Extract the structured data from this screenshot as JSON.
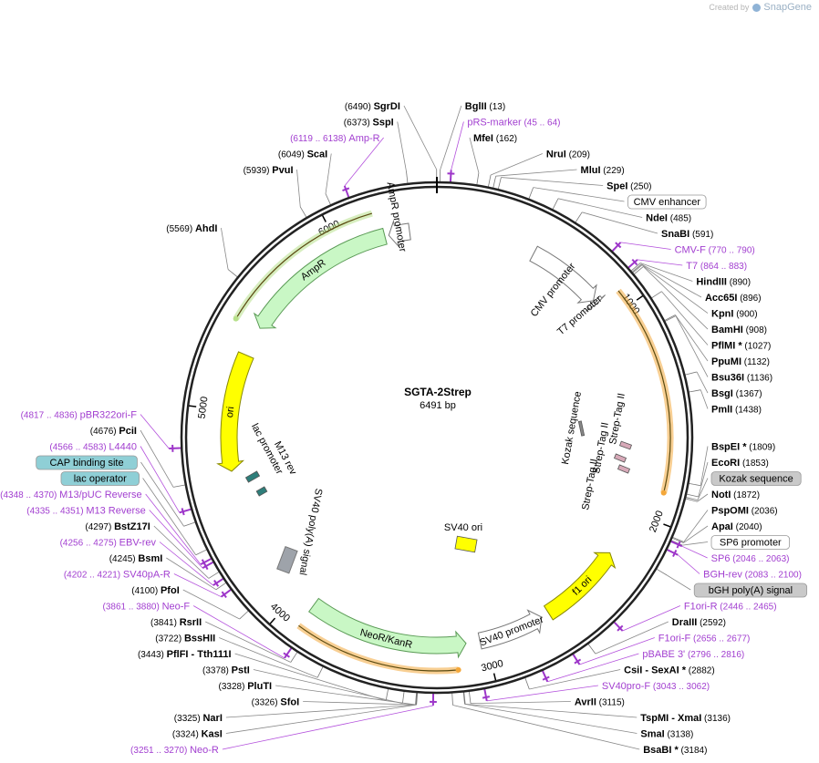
{
  "credit": {
    "prefix": "Created by",
    "brand": "SnapGene"
  },
  "plasmid": {
    "name": "SGTA-2Strep",
    "length_label": "6491 bp",
    "length": 6491
  },
  "position_ticks": [
    {
      "pos": 1000,
      "label": "1000"
    },
    {
      "pos": 2000,
      "label": "2000"
    },
    {
      "pos": 3000,
      "label": "3000"
    },
    {
      "pos": 4000,
      "label": "4000"
    },
    {
      "pos": 5000,
      "label": "5000"
    },
    {
      "pos": 6000,
      "label": "6000"
    }
  ],
  "enzymes": [
    {
      "name": "SgrDI",
      "pos": "(6490)",
      "site": 6490,
      "side": "left"
    },
    {
      "name": "BglII",
      "pos": "(13)",
      "site": 13,
      "side": "right"
    },
    {
      "name": "SspI",
      "pos": "(6373)",
      "site": 6373,
      "side": "left"
    },
    {
      "name": "MfeI",
      "pos": "(162)",
      "site": 162,
      "side": "right"
    },
    {
      "name": "NruI",
      "pos": "(209)",
      "site": 209,
      "side": "right"
    },
    {
      "name": "MluI",
      "pos": "(229)",
      "site": 229,
      "side": "right"
    },
    {
      "name": "SpeI",
      "pos": "(250)",
      "site": 250,
      "side": "right"
    },
    {
      "name": "ScaI",
      "pos": "(6049)",
      "site": 6049,
      "side": "left"
    },
    {
      "name": "PvuI",
      "pos": "(5939)",
      "site": 5939,
      "side": "left"
    },
    {
      "name": "NdeI",
      "pos": "(485)",
      "site": 485,
      "side": "right"
    },
    {
      "name": "SnaBI",
      "pos": "(591)",
      "site": 591,
      "side": "right"
    },
    {
      "name": "HindIII",
      "pos": "(890)",
      "site": 890,
      "side": "right"
    },
    {
      "name": "Acc65I",
      "pos": "(896)",
      "site": 896,
      "side": "right"
    },
    {
      "name": "KpnI",
      "pos": "(900)",
      "site": 900,
      "side": "right"
    },
    {
      "name": "BamHI",
      "pos": "(908)",
      "site": 908,
      "side": "right"
    },
    {
      "name": "AhdI",
      "pos": "(5569)",
      "site": 5569,
      "side": "left"
    },
    {
      "name": "PflMI *",
      "pos": "(1027)",
      "site": 1027,
      "side": "right"
    },
    {
      "name": "PpuMI",
      "pos": "(1132)",
      "site": 1132,
      "side": "right"
    },
    {
      "name": "Bsu36I",
      "pos": "(1136)",
      "site": 1136,
      "side": "right"
    },
    {
      "name": "BsgI",
      "pos": "(1367)",
      "site": 1367,
      "side": "right"
    },
    {
      "name": "PmlI",
      "pos": "(1438)",
      "site": 1438,
      "side": "right"
    },
    {
      "name": "BspEI *",
      "pos": "(1809)",
      "site": 1809,
      "side": "right"
    },
    {
      "name": "EcoRI",
      "pos": "(1853)",
      "site": 1853,
      "side": "right"
    },
    {
      "name": "PciI",
      "pos": "(4676)",
      "site": 4676,
      "side": "left"
    },
    {
      "name": "NotI",
      "pos": "(1872)",
      "site": 1872,
      "side": "right"
    },
    {
      "name": "PspOMI",
      "pos": "(2036)",
      "site": 2036,
      "side": "right"
    },
    {
      "name": "ApaI",
      "pos": "(2040)",
      "site": 2040,
      "side": "right"
    },
    {
      "name": "BstZ17I",
      "pos": "(4297)",
      "site": 4297,
      "side": "left"
    },
    {
      "name": "BsmI",
      "pos": "(4245)",
      "site": 4245,
      "side": "left"
    },
    {
      "name": "PfoI",
      "pos": "(4100)",
      "site": 4100,
      "side": "left"
    },
    {
      "name": "DraIII",
      "pos": "(2592)",
      "site": 2592,
      "side": "right"
    },
    {
      "name": "RsrII",
      "pos": "(3841)",
      "site": 3841,
      "side": "left"
    },
    {
      "name": "BssHII",
      "pos": "(3722)",
      "site": 3722,
      "side": "left"
    },
    {
      "name": "PflFI - Tth111I",
      "pos": "(3443)",
      "site": 3443,
      "side": "left"
    },
    {
      "name": "PstI",
      "pos": "(3378)",
      "site": 3378,
      "side": "left"
    },
    {
      "name": "PluTI",
      "pos": "(3328)",
      "site": 3328,
      "side": "left"
    },
    {
      "name": "SfoI",
      "pos": "(3326)",
      "site": 3326,
      "side": "left"
    },
    {
      "name": "NarI",
      "pos": "(3325)",
      "site": 3325,
      "side": "left"
    },
    {
      "name": "KasI",
      "pos": "(3324)",
      "site": 3324,
      "side": "left"
    },
    {
      "name": "CsiI - SexAI *",
      "pos": "(2882)",
      "site": 2882,
      "side": "right"
    },
    {
      "name": "AvrII",
      "pos": "(3115)",
      "site": 3115,
      "side": "right"
    },
    {
      "name": "TspMI - XmaI",
      "pos": "(3136)",
      "site": 3136,
      "side": "right"
    },
    {
      "name": "SmaI",
      "pos": "(3138)",
      "site": 3138,
      "side": "right"
    },
    {
      "name": "BsaBI *",
      "pos": "(3184)",
      "site": 3184,
      "side": "right"
    }
  ],
  "primers": [
    {
      "name": "pRS-marker",
      "range": "(45 .. 64)",
      "site": 55,
      "side": "right"
    },
    {
      "name": "Amp-R",
      "range": "(6119 .. 6138)",
      "site": 6128,
      "side": "left"
    },
    {
      "name": "CMV-F",
      "range": "(770 .. 790)",
      "site": 780,
      "side": "right"
    },
    {
      "name": "T7",
      "range": "(864 .. 883)",
      "site": 873,
      "side": "right"
    },
    {
      "name": "pBR322ori-F",
      "range": "(4817 .. 4836)",
      "site": 4826,
      "side": "left"
    },
    {
      "name": "L4440",
      "range": "(4566 .. 4583)",
      "site": 4575,
      "side": "left"
    },
    {
      "name": "M13/pUC Reverse",
      "range": "(4348 .. 4370)",
      "site": 4359,
      "side": "left"
    },
    {
      "name": "M13 Reverse",
      "range": "(4335 .. 4351)",
      "site": 4343,
      "side": "left"
    },
    {
      "name": "SP6",
      "range": "(2046 .. 2063)",
      "site": 2054,
      "side": "right"
    },
    {
      "name": "EBV-rev",
      "range": "(4256 .. 4275)",
      "site": 4265,
      "side": "left"
    },
    {
      "name": "BGH-rev",
      "range": "(2083 .. 2100)",
      "site": 2091,
      "side": "right"
    },
    {
      "name": "SV40pA-R",
      "range": "(4202 .. 4221)",
      "site": 4211,
      "side": "left"
    },
    {
      "name": "F1ori-R",
      "range": "(2446 .. 2465)",
      "site": 2455,
      "side": "right"
    },
    {
      "name": "Neo-F",
      "range": "(3861 .. 3880)",
      "site": 3870,
      "side": "left"
    },
    {
      "name": "F1ori-F",
      "range": "(2656 .. 2677)",
      "site": 2666,
      "side": "right"
    },
    {
      "name": "pBABE 3'",
      "range": "(2796 .. 2816)",
      "site": 2806,
      "side": "right"
    },
    {
      "name": "SV40pro-F",
      "range": "(3043 .. 3062)",
      "site": 3052,
      "side": "right"
    },
    {
      "name": "Neo-R",
      "range": "(3251 .. 3270)",
      "site": 3260,
      "side": "left"
    }
  ],
  "boxed_labels": [
    {
      "name": "CMV enhancer",
      "site": 380,
      "style": "white",
      "side": "right"
    },
    {
      "name": "Kozak sequence",
      "site": 1866,
      "style": "gray",
      "side": "right"
    },
    {
      "name": "SP6 promoter",
      "site": 2050,
      "style": "white",
      "side": "right"
    },
    {
      "name": "bGH poly(A) signal",
      "site": 2180,
      "style": "gray",
      "side": "right"
    },
    {
      "name": "CAP binding site",
      "site": 4520,
      "style": "teal",
      "side": "left"
    },
    {
      "name": "lac operator",
      "site": 4400,
      "style": "teal",
      "side": "left"
    }
  ],
  "features": [
    {
      "name": "CMV promoter",
      "label": "CMV promoter",
      "kind": "arrow",
      "start": 500,
      "end": 880,
      "dir": 1,
      "fill": "#ffffff",
      "stroke": "#777777"
    },
    {
      "name": "T7 promoter",
      "label": "T7 promoter",
      "kind": "arrow",
      "start": 884,
      "end": 903,
      "dir": 1,
      "fill": "#ffffff",
      "stroke": "#777777"
    },
    {
      "name": "SGTA ORF",
      "label": "",
      "kind": "orf",
      "start": 920,
      "end": 1870,
      "dir": 1,
      "color": "#f3a73a"
    },
    {
      "name": "f1 ori",
      "label": "f1 ori",
      "kind": "arrow",
      "start": 2230,
      "end": 2660,
      "dir": -1,
      "fill": "#ffff00",
      "stroke": "#888800"
    },
    {
      "name": "SV40 promoter",
      "label": "SV40 promoter",
      "kind": "arrow",
      "start": 2700,
      "end": 3030,
      "dir": -1,
      "fill": "#ffffff",
      "stroke": "#777777"
    },
    {
      "name": "NeoR/KanR",
      "label": "NeoR/KanR",
      "kind": "arrow",
      "start": 3100,
      "end": 3900,
      "dir": -1,
      "fill": "#c9f7c5",
      "stroke": "#5a9a55"
    },
    {
      "name": "NeoR ORF",
      "label": "",
      "kind": "orf",
      "start": 3150,
      "end": 3900,
      "dir": -1,
      "color": "#f3a73a"
    },
    {
      "name": "SV40 poly(A) signal",
      "label": "SV40 poly(A) signal",
      "kind": "box",
      "start": 4090,
      "end": 4230,
      "fill": "#9ea3aa",
      "stroke": "#777777"
    },
    {
      "name": "ori",
      "label": "ori",
      "kind": "arrow",
      "start": 4700,
      "end": 5290,
      "dir": -1,
      "fill": "#ffff00",
      "stroke": "#888800"
    },
    {
      "name": "AmpR",
      "label": "AmpR",
      "kind": "arrow",
      "start": 5440,
      "end": 6230,
      "dir": -1,
      "fill": "#c9f7c5",
      "stroke": "#5a9a55"
    },
    {
      "name": "AmpR ORF",
      "label": "",
      "kind": "orf",
      "start": 5420,
      "end": 6200,
      "dir": -1,
      "color": "#b7e08a"
    },
    {
      "name": "AmpR promoter",
      "label": "AmpR promoter",
      "kind": "arrow",
      "start": 6250,
      "end": 6355,
      "dir": -1,
      "fill": "#ffffff",
      "stroke": "#777777"
    }
  ],
  "inner_features": [
    {
      "name": "Kozak sequence",
      "label": "Kozak sequence",
      "kind": "bar"
    },
    {
      "name": "Strep-Tag II",
      "label": "Strep-Tag II",
      "kind": "tag"
    },
    {
      "name": "Strep-Tag II",
      "label": "Strep-Tag II",
      "kind": "tag"
    },
    {
      "name": "Strep-Tag II",
      "label": "Strep-Tag II",
      "kind": "tag"
    },
    {
      "name": "SV40 ori",
      "label": "SV40 ori",
      "kind": "box"
    },
    {
      "name": "lac promoter",
      "label": "lac promoter",
      "kind": "small"
    },
    {
      "name": "M13 rev",
      "label": "M13 rev",
      "kind": "small"
    }
  ]
}
